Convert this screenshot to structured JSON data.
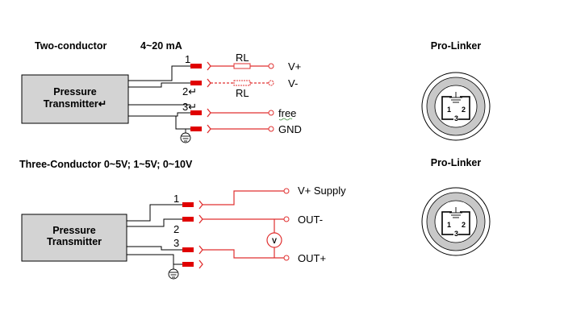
{
  "top": {
    "title": "Two-conductor",
    "range": "4~20 mA",
    "transmitter": {
      "line1": "Pressure",
      "line2": "Transmitter↵"
    },
    "wire_labels": [
      "1",
      "2↵",
      "3↵"
    ],
    "resistor_labels": [
      "RL",
      "RL"
    ],
    "terminals": [
      "V+",
      "V-",
      "free",
      "GND"
    ],
    "connector_title": "Pro-Linker",
    "connector_pins": [
      "1",
      "2",
      "3"
    ]
  },
  "bottom": {
    "title": "Three-Conductor 0~5V; 1~5V;   0~10V",
    "transmitter": {
      "line1": "Pressure",
      "line2": "Transmitter"
    },
    "wire_labels": [
      "1",
      "2",
      "3"
    ],
    "terminals": [
      "V+   Supply",
      "OUT-",
      "OUT+"
    ],
    "meter_label": "V",
    "connector_title": "Pro-Linker",
    "connector_pins": [
      "1",
      "2",
      "3"
    ]
  },
  "colors": {
    "wire": "#e03030",
    "pin": "#e00000",
    "box": "#d3d3d3",
    "connector_ring": "#c8c8c8"
  }
}
